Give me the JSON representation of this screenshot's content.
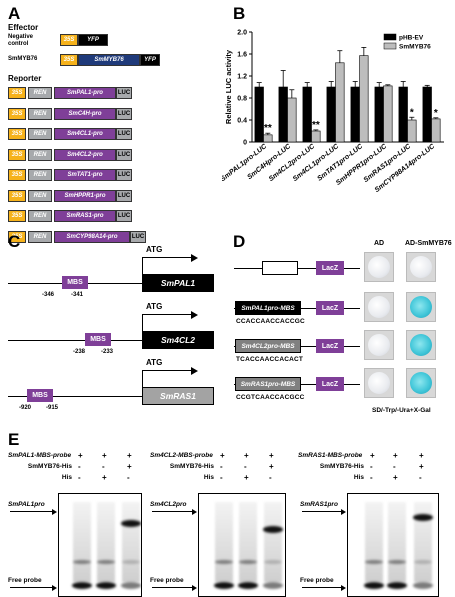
{
  "panels": {
    "A": "A",
    "B": "B",
    "C": "C",
    "D": "D",
    "E": "E"
  },
  "panel_a": {
    "effector_title": "Effector",
    "negative_control": [
      "Negative",
      "control"
    ],
    "smmyb76_label": "SmMYB76",
    "p35s": "35S",
    "yfp": "YFP",
    "smmyb76_segment": "SmMYB76",
    "reporter_title": "Reporter",
    "ren": "REN",
    "luc": "LUC",
    "reporters": [
      "SmPAL1-pro",
      "SmC4H-pro",
      "Sm4CL1-pro",
      "Sm4CL2-pro",
      "SmTAT1-pro",
      "SmHPPR1-pro",
      "SmRAS1-pro",
      "SmCYP98A14-pro"
    ]
  },
  "chart_data": {
    "type": "bar",
    "ylabel": "Relative LUC activity",
    "ylim": [
      0,
      2.0
    ],
    "yticks": [
      "0",
      "0.4",
      "0.8",
      "1.2",
      "1.6",
      "2.0"
    ],
    "categories": [
      "SmPAL1pro-LUC",
      "SmC4Hpro-LUC",
      "Sm4CL2pro-LUC",
      "Sm4CL1pro-LUC",
      "SmTAT1pro-LUC",
      "SmHPPR1pro-LUC",
      "SmRAS1pro-LUC",
      "SmCYP98A14pro-LUC"
    ],
    "series": [
      {
        "name": "pHB-EV",
        "color": "#000000",
        "values": [
          1.0,
          1.0,
          1.0,
          1.0,
          1.0,
          1.0,
          1.0,
          1.0
        ],
        "errors": [
          0.08,
          0.3,
          0.08,
          0.1,
          0.1,
          0.08,
          0.1,
          0.03
        ]
      },
      {
        "name": "SmMYB76",
        "color": "#bdbdbd",
        "values": [
          0.13,
          0.8,
          0.2,
          1.44,
          1.57,
          1.02,
          0.4,
          0.42
        ],
        "errors": [
          0.03,
          0.15,
          0.02,
          0.22,
          0.15,
          0.02,
          0.05,
          0.02
        ]
      }
    ],
    "significance": [
      "**",
      "",
      "**",
      "",
      "",
      "",
      "*",
      "*"
    ],
    "legend": "top-right"
  },
  "panel_c": {
    "atg": "ATG",
    "rows": [
      {
        "mbs": "MBS",
        "pos1": "-346",
        "pos2": "-341",
        "gene": "SmPAL1"
      },
      {
        "mbs": "MBS",
        "pos1": "-238",
        "pos2": "-233",
        "gene": "Sm4CL2"
      },
      {
        "mbs": "MBS",
        "pos1": "-920",
        "pos2": "-915",
        "gene": "SmRAS1"
      }
    ]
  },
  "panel_d": {
    "col_ad": "AD",
    "col_ad_myb": "AD-SmMYB76",
    "lacz": "LacZ",
    "rows": [
      {
        "probe": "",
        "seq": ""
      },
      {
        "probe": "SmPAL1pro-MBS",
        "seq": "CCACCAACCACCGC"
      },
      {
        "probe": "Sm4CL2pro-MBS",
        "seq": "TCACCAACCACACT"
      },
      {
        "probe": "SmRAS1pro-MBS",
        "seq": "CCGTCAACCACGCC"
      }
    ],
    "medium": "SD/-Trp/-Ura+X-Gal"
  },
  "panel_e": {
    "gels": [
      {
        "probe_label": "SmPAL1-MBS-probe",
        "protein_label": "SmMYB76-His",
        "his_label": "His",
        "probe_row": [
          "+",
          "+",
          "+"
        ],
        "protein_row": [
          "-",
          "-",
          "+"
        ],
        "his_row": [
          "-",
          "+",
          "-"
        ],
        "complex_label": "SmPAL1pro",
        "free_label": "Free probe"
      },
      {
        "probe_label": "Sm4CL2-MBS-probe",
        "protein_label": "SmMYB76-His",
        "his_label": "His",
        "probe_row": [
          "+",
          "+",
          "+"
        ],
        "protein_row": [
          "-",
          "-",
          "+"
        ],
        "his_row": [
          "-",
          "+",
          "-"
        ],
        "complex_label": "Sm4CL2pro",
        "free_label": "Free probe"
      },
      {
        "probe_label": "SmRAS1-MBS-probe",
        "protein_label": "SmMYB76-His",
        "his_label": "His",
        "probe_row": [
          "+",
          "+",
          "+"
        ],
        "protein_row": [
          "-",
          "-",
          "+"
        ],
        "his_row": [
          "-",
          "+",
          "-"
        ],
        "complex_label": "SmRAS1pro",
        "free_label": "Free probe"
      }
    ]
  }
}
